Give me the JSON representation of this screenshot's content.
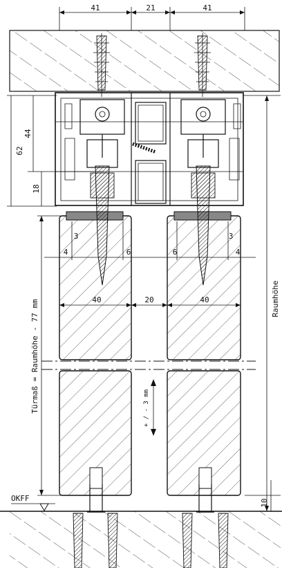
{
  "dimensions": {
    "top_left_width": "41",
    "top_gap": "21",
    "top_right_width": "41",
    "profile_height": "62",
    "upper_height": "44",
    "lower_height": "18",
    "left_inset": "4",
    "left_inset_small": "3",
    "left_offset": "6",
    "right_offset": "6",
    "right_inset_small": "3",
    "right_inset": "4",
    "left_panel_width": "40",
    "panel_gap": "20",
    "right_panel_width": "40",
    "floor_gap": "10"
  },
  "labels": {
    "door_dimension": "Türmaß = Raumhöhe - 77 mm",
    "tolerance": "+ / - 3 mm",
    "room_height": "Raumhöhe",
    "floor_level": "OKFF"
  }
}
